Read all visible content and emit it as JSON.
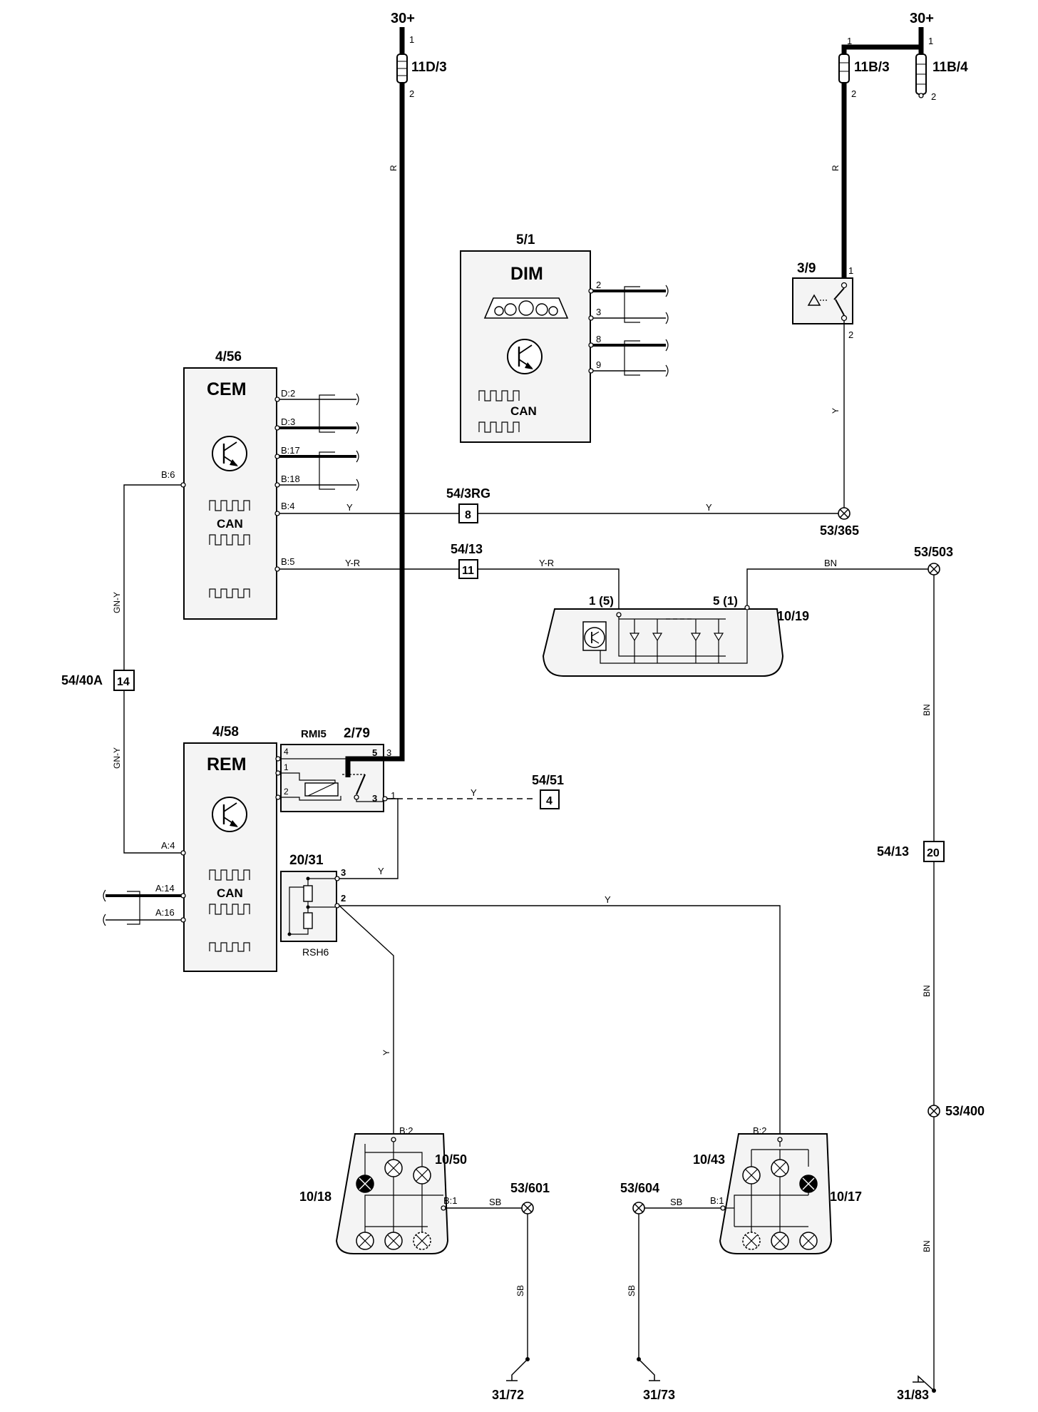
{
  "supply": {
    "left": "30+",
    "right": "30+"
  },
  "fuses": {
    "f11d3": "11D/3",
    "f11b3": "11B/3",
    "f11b4": "11B/4",
    "pin1": "1",
    "pin2": "2"
  },
  "modules": {
    "cem_id": "4/56",
    "cem": "CEM",
    "dim_id": "5/1",
    "dim": "DIM",
    "rem_id": "4/58",
    "rem": "REM",
    "can": "CAN",
    "switch_id": "3/9",
    "relay_id": "2/79",
    "relay_name": "RMI5",
    "resistor_id": "20/31",
    "resistor_name": "RSH6",
    "light_10_19": "10/19",
    "light_10_50": "10/50",
    "light_10_18": "10/18",
    "light_10_43": "10/43",
    "light_10_17": "10/17"
  },
  "pins": {
    "cem_d2": "D:2",
    "cem_d3": "D:3",
    "cem_b17": "B:17",
    "cem_b18": "B:18",
    "cem_b6": "B:6",
    "cem_b4": "B:4",
    "cem_b5": "B:5",
    "dim_2": "2",
    "dim_3": "3",
    "dim_8": "8",
    "dim_9": "9",
    "sw_1": "1",
    "sw_2": "2",
    "rem_a4": "A:4",
    "rem_a14": "A:14",
    "rem_a16": "A:16",
    "relay_4": "4",
    "relay_1": "1",
    "relay_2": "2",
    "relay_5": "5",
    "relay_3": "3",
    "relay_out3": "3",
    "relay_out1": "1",
    "res_3": "3",
    "res_2": "2",
    "l1019_a": "1 (5)",
    "l1019_b": "5 (1)",
    "b2": "B:2",
    "b1": "B:1"
  },
  "connectors": {
    "c54_3rg": "54/3RG",
    "c54_3rg_pin": "8",
    "c54_13a": "54/13",
    "c54_13a_pin": "11",
    "c54_40a": "54/40A",
    "c54_40a_pin": "14",
    "c54_51": "54/51",
    "c54_51_pin": "4",
    "c54_13b": "54/13",
    "c54_13b_pin": "20"
  },
  "splices": {
    "s53_365": "53/365",
    "s53_503": "53/503",
    "s53_400": "53/400",
    "s53_601": "53/601",
    "s53_604": "53/604"
  },
  "grounds": {
    "g31_72": "31/72",
    "g31_73": "31/73",
    "g31_83": "31/83"
  },
  "wire_colors": {
    "r": "R",
    "y": "Y",
    "yr": "Y-R",
    "bn": "BN",
    "gny": "GN-Y",
    "sb": "SB"
  }
}
